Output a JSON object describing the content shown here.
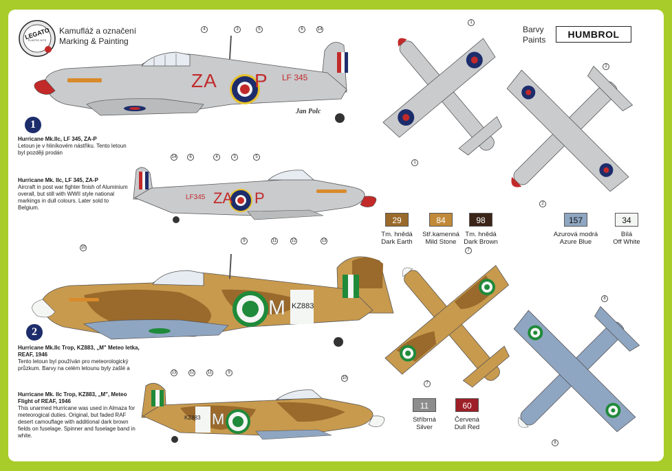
{
  "logo": {
    "brand": "LEGATO",
    "sub": "PLASTIC KITS"
  },
  "header": {
    "title_cz": "Kamufláž a označení",
    "title_en": "Marking & Painting",
    "paints_cz": "Barvy",
    "paints_en": "Paints",
    "brand_paint": "HUMBROL"
  },
  "signature": "Jan Polc",
  "scheme1": {
    "number": "1",
    "side_code": "ZA",
    "side_letter": "P",
    "serial": "LF 345",
    "serial_small": "LF345",
    "title_cz": "Hurricane Mk.IIc, LF 345, ZA-P",
    "body_cz": "Letoun je v hliníkovém nástřiku. Tento letoun byl později prodán",
    "title_en": "Hurricane Mk. IIc, LF 345, ZA-P",
    "body_en": "Aircraft in post war fighter finish of Aluminium overall, but still with WWII style national markings in dull colours. Later sold to Belgium."
  },
  "scheme2": {
    "number": "2",
    "side_letter": "M",
    "serial": "KZ883",
    "title_cz": "Hurricane Mk.IIc Trop, KZ883, „M\" Meteo letka, REAF, 1946",
    "body_cz": "Tento letoun byl používán pro meteorologický průzkum. Barvy na celém letounu byly zašlé a",
    "title_en": "Hurricane Mk. IIc Trop, KZ883, „M\", Meteo Flight of REAF, 1946",
    "body_en": "This unarmed Hurricane was used in Almaza for meteorogical duties. Original, but faded RAF desert camouflage with additional dark brown fields on fuselage. Spinner and fuselage band in white."
  },
  "swatches": [
    {
      "code": "29",
      "cz": "Tm. hnědá",
      "en": "Dark Earth",
      "color": "#9a6a2c"
    },
    {
      "code": "84",
      "cz": "Stř.kamenná",
      "en": "Mild Stone",
      "color": "#c08a3a"
    },
    {
      "code": "98",
      "cz": "Tm. hnědá",
      "en": "Dark Brown",
      "color": "#3b2418"
    },
    {
      "code": "157",
      "cz": "Azurová modrá",
      "en": "Azure Blue",
      "color": "#8fa6c2"
    },
    {
      "code": "34",
      "cz": "Bílá",
      "en": "Off White",
      "color": "#f4f6f4"
    },
    {
      "code": "11",
      "cz": "Stříbrná",
      "en": "Silver",
      "color": "#8d8d8d"
    },
    {
      "code": "60",
      "cz": "Červená",
      "en": "Dull Red",
      "color": "#9e1f27"
    }
  ],
  "callouts": {
    "c1": "1",
    "c2": "2",
    "c3": "3",
    "c4": "4",
    "c5": "5",
    "c6": "6",
    "c7": "7",
    "c8": "8",
    "c9": "9",
    "c10": "10",
    "c11": "11",
    "c12": "12",
    "c13": "13",
    "c14": "14"
  },
  "colors": {
    "frame": "#a8cc2a",
    "aluminium": "#c9cbcd",
    "desert_tan": "#c89a4e",
    "dark_earth": "#9a6a2c",
    "azure": "#8fa6c2",
    "raf_blue": "#1d2d6b",
    "raf_red": "#c22a2a",
    "egypt_green": "#1f8a3a"
  }
}
